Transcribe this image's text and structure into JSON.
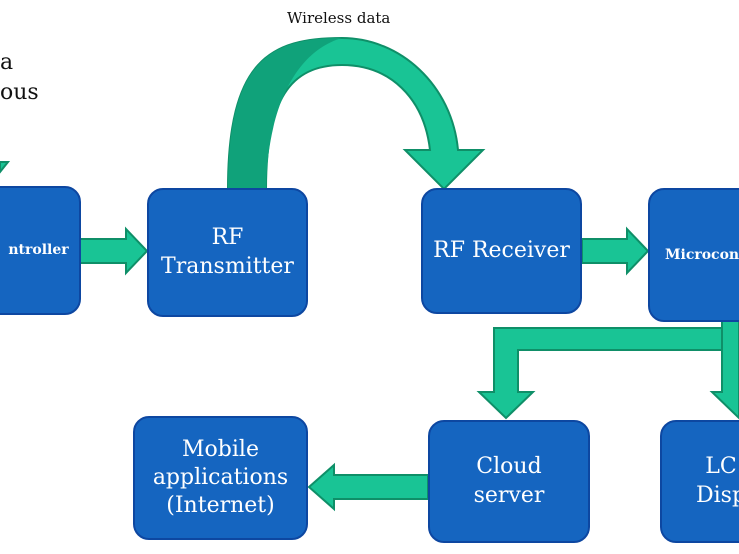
{
  "colors": {
    "box_fill": "#1565c0",
    "box_border": "#0d47a1",
    "box_text": "#ffffff",
    "arrow_fill": "#19c495",
    "arrow_stroke": "#0f8f68",
    "arch_dark": "#10a27a"
  },
  "edge_text": {
    "line1": "a",
    "line2": "ous"
  },
  "wireless_label": "Wireless data",
  "blocks": {
    "microcontroller_left": "ntroller",
    "rf_transmitter": "RF\nTransmitter",
    "rf_receiver": "RF Receiver",
    "microcontroller_right": "Microcon",
    "cloud_server": "Cloud\nserver",
    "mobile_apps": "Mobile\napplications\n(Internet)",
    "lcd_display": "LC\nDisp"
  }
}
